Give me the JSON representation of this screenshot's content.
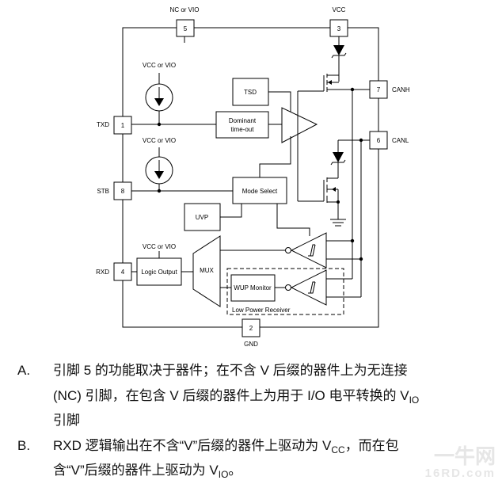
{
  "diagram": {
    "pins": {
      "p5": {
        "num": "5",
        "label": "NC or VIO"
      },
      "p3": {
        "num": "3",
        "label": "VCC"
      },
      "p7": {
        "num": "7",
        "label": "CANH"
      },
      "p6": {
        "num": "6",
        "label": "CANL"
      },
      "p1": {
        "num": "1",
        "label": "TXD"
      },
      "p8": {
        "num": "8",
        "label": "STB"
      },
      "p4": {
        "num": "4",
        "label": "RXD"
      },
      "p2": {
        "num": "2",
        "label": "GND"
      }
    },
    "supply_labels": [
      "VCC or VIO",
      "VCC or VIO",
      "VCC or VIO"
    ],
    "blocks": {
      "tsd": "TSD",
      "dominant_1": "Dominant",
      "dominant_2": "time-out",
      "mode_select": "Mode Select",
      "uvp": "UVP",
      "logic_output": "Logic Output",
      "mux": "MUX",
      "wup_monitor": "WUP Monitor",
      "low_power_receiver": "Low Power Receiver"
    }
  },
  "notes": [
    {
      "mark": "A.",
      "l1": "引脚 5 的功能取决于器件；在不含 V 后缀的器件上为无连接",
      "l2": "(NC) 引脚，在包含 V 后缀的器件上为用于 I/O 电平转换的 V",
      "l2_sub": "IO",
      "l3": "引脚"
    },
    {
      "mark": "B.",
      "l1": "RXD 逻辑输出在不含“V”后缀的器件上驱动为 V",
      "l1_sub": "CC",
      "l1_after": "，而在包",
      "l2": "含“V”后缀的器件上驱动为 V",
      "l2_sub": "IO",
      "l2_after": "。"
    }
  ],
  "watermark": {
    "top": "一牛网",
    "bottom": "16RD.com"
  }
}
